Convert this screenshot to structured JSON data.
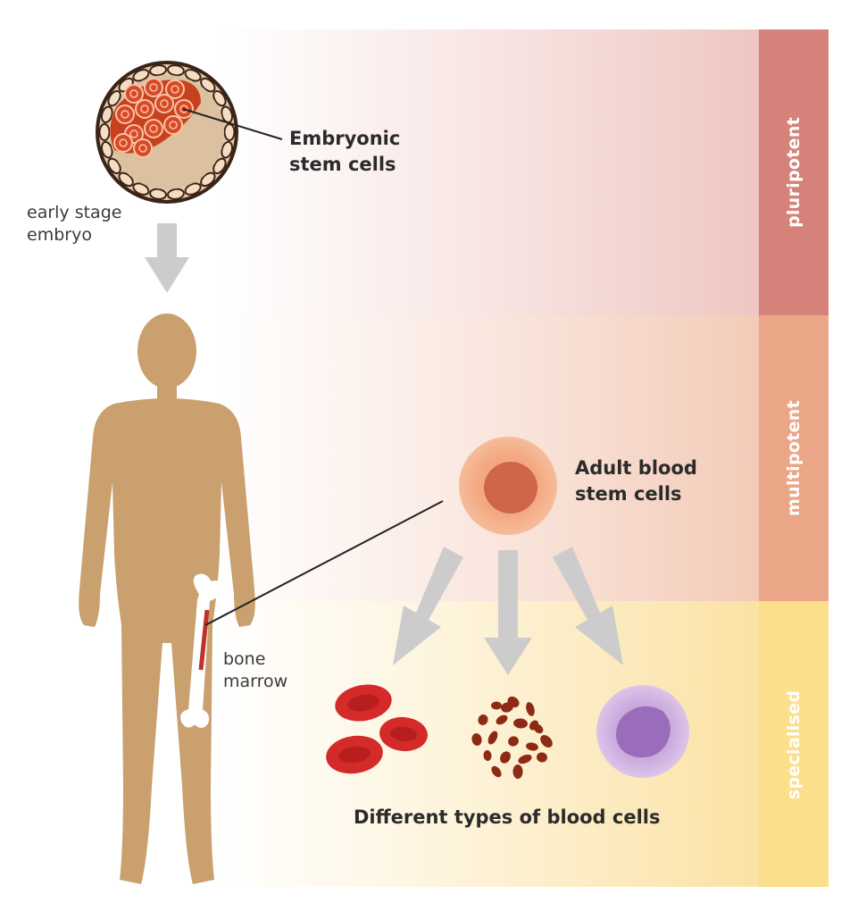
{
  "bands": [
    {
      "label": "pluripotent",
      "color": "#d4827a"
    },
    {
      "label": "multipotent",
      "color": "#eba687"
    },
    {
      "label": "specialised",
      "color": "#fbdf8b"
    }
  ],
  "labels": {
    "embryo_line1": "early stage",
    "embryo_line2": "embryo",
    "embryonic_line1": "Embryonic",
    "embryonic_line2": "stem cells",
    "adult_line1": "Adult blood",
    "adult_line2": "stem cells",
    "bone_line1": "bone",
    "bone_line2": "marrow",
    "blood_types": "Different types of blood cells"
  },
  "colors": {
    "body": "#c9a06e",
    "arrow": "#cccccc",
    "red_cell": "#d42a2a",
    "platelet": "#8c2a14",
    "white_cell": "#c49ed8",
    "stem_cell": "#f0a07a"
  }
}
